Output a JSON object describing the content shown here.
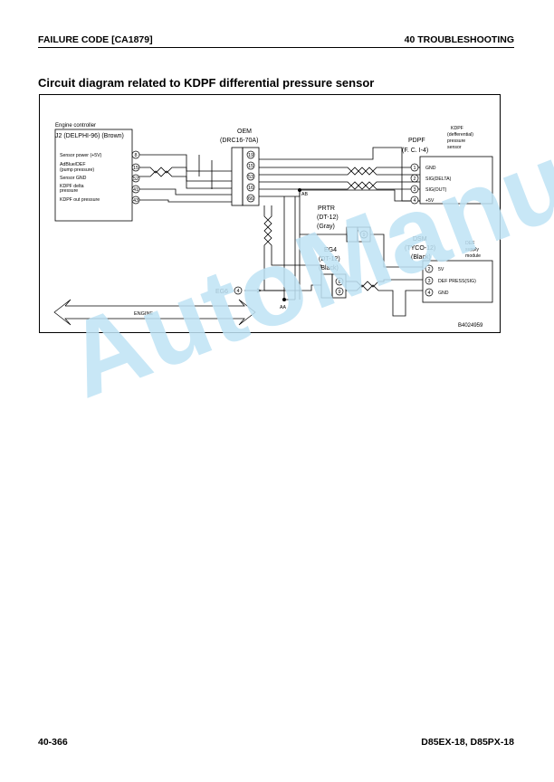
{
  "header": {
    "left": "FAILURE CODE [CA1879]",
    "right": "40 TROUBLESHOOTING"
  },
  "title": "Circuit diagram related to KDPF differential pressure sensor",
  "diagram": {
    "engine_controller": {
      "label": "Engine controller",
      "connector": "J2 (DELPHI-96) (Brown)",
      "signals": [
        "Sensor power (+5V)",
        "AdBlue/DEF",
        "(pump pressure)",
        "Sensor GND",
        "KDPF delta",
        "pressure",
        "KDPF out pressure"
      ],
      "pins": [
        "8",
        "15",
        "52",
        "41",
        "43"
      ]
    },
    "oem": {
      "name": "OEM",
      "connector": "(DRC16-70A)",
      "pins": [
        "19",
        "15",
        "53",
        "16",
        "66"
      ]
    },
    "pdpf": {
      "name": "PDPF",
      "connector": "(F. C. I-4)",
      "desc": [
        "KDPF",
        "(defferential)",
        "pressure",
        "sensor"
      ],
      "pins": [
        "1",
        "2",
        "3",
        "4"
      ],
      "signals": [
        "GND",
        "SIG(DELTA)",
        "SIG(OUT)",
        "+5V"
      ]
    },
    "prtr": {
      "name": "PRTR",
      "connector": "(DT-12)",
      "color": "(Gray)",
      "pins": [
        "9"
      ]
    },
    "eg4": {
      "name": "EG4",
      "connector": "(DT-12)",
      "color": "(Black)",
      "pins": [
        "8",
        "9"
      ]
    },
    "dsm": {
      "name": "DSM",
      "connector": "(TYCO-12)",
      "color": "(Black)",
      "desc": [
        "DEF",
        "supply",
        "module"
      ],
      "pins": [
        "2",
        "3",
        "4"
      ],
      "signals": [
        "5V",
        "DEF PRESS(SIG)",
        "GND"
      ]
    },
    "eg6": {
      "name": "EG6",
      "pin": "4"
    },
    "joints": [
      "AB",
      "AA"
    ],
    "engine_label": "ENGINE",
    "figure_id": "B4024959"
  },
  "watermark": "AutoManual",
  "footer": {
    "left": "40-366",
    "right": "D85EX-18, D85PX-18"
  }
}
